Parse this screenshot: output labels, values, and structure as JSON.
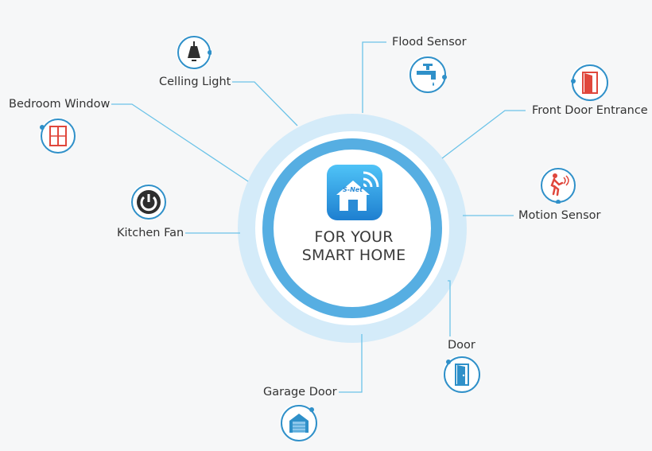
{
  "hub": {
    "title_line1": "FOR YOUR",
    "title_line2": "SMART HOME",
    "logo_text": "S-Net"
  },
  "devices": {
    "ceiling_light": "Celling Light",
    "bedroom_window": "Bedroom Window",
    "kitchen_fan": "Kitchen Fan",
    "garage_door": "Garage Door",
    "flood_sensor": "Flood Sensor",
    "front_door": "Front Door Entrance",
    "motion_sensor": "Motion Sensor",
    "door": "Door"
  },
  "colors": {
    "hub_ring": "#5aafe3",
    "hub_halo": "#d7ecfa",
    "connector": "#6cc3e8",
    "blue_icon": "#2f90c9",
    "red_icon": "#e0473c",
    "dark_icon": "#2e2e2e"
  }
}
